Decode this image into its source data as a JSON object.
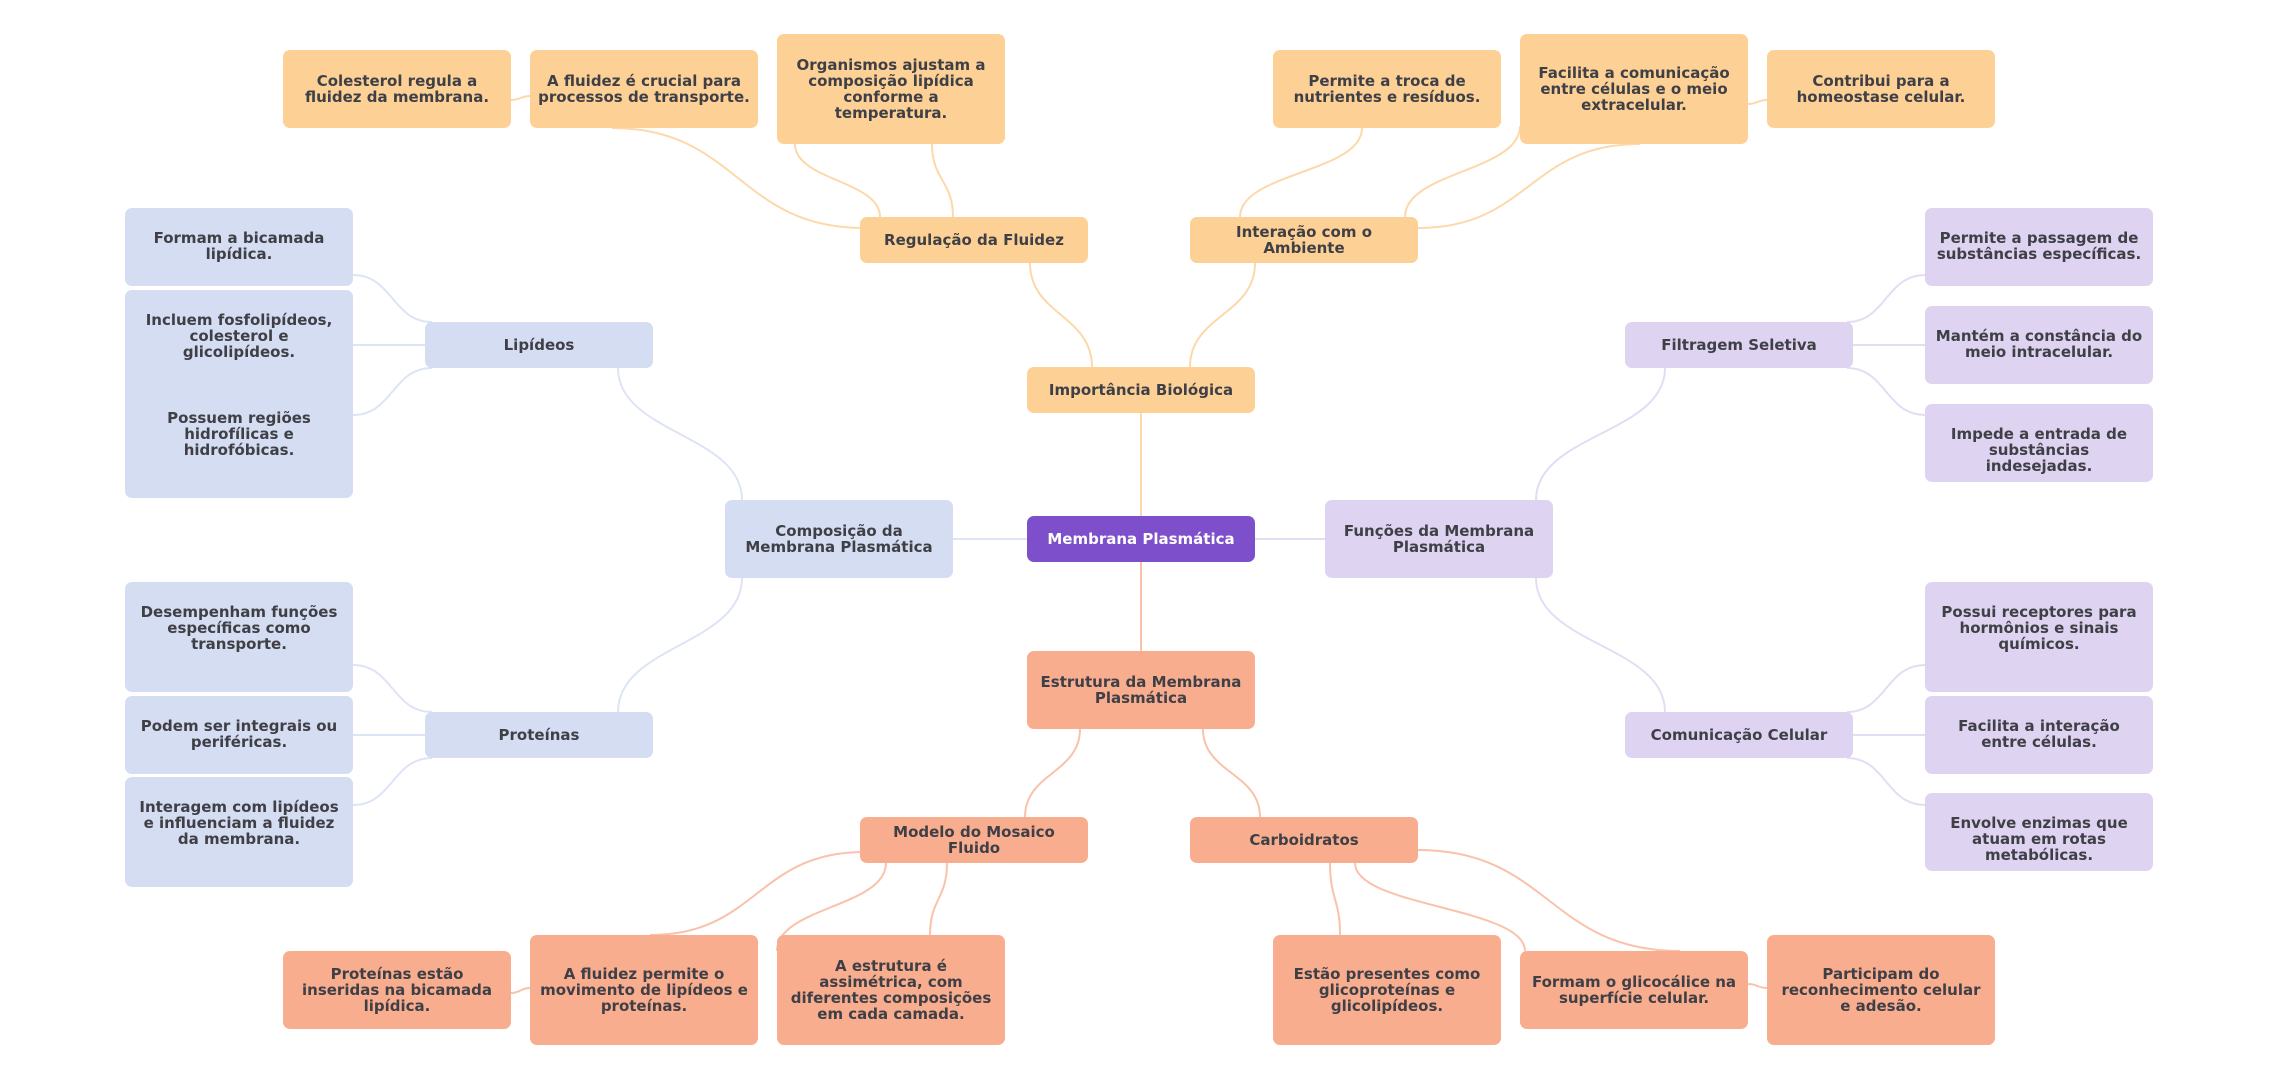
{
  "mindmap": {
    "root": {
      "label": "Membrana Plasmática",
      "color": "#7E4FCB"
    },
    "branches": [
      {
        "label": "Importância Biológica",
        "color": "#FDD196",
        "children": [
          {
            "label": "Regulação da Fluidez",
            "children": [
              "Colesterol regula a fluidez da membrana.",
              "A fluidez é crucial para processos de transporte.",
              "Organismos ajustam a composição lipídica conforme a temperatura."
            ]
          },
          {
            "label": "Interação com o Ambiente",
            "children": [
              "Permite a troca de nutrientes e resíduos.",
              "Facilita a comunicação entre células e o meio extracelular.",
              "Contribui para a homeostase celular."
            ]
          }
        ]
      },
      {
        "label": "Estrutura da Membrana Plasmática",
        "color": "#F9AD8F",
        "children": [
          {
            "label": "Modelo do Mosaico Fluido",
            "children": [
              "Proteínas estão inseridas na bicamada lipídica.",
              "A fluidez permite o movimento de lipídeos e proteínas.",
              "A estrutura é assimétrica, com diferentes composições em cada camada."
            ]
          },
          {
            "label": "Carboidratos",
            "children": [
              "Estão presentes como glicoproteínas e glicolipídeos.",
              "Formam o glicocálice na superfície celular.",
              "Participam do reconhecimento celular e adesão."
            ]
          }
        ]
      },
      {
        "label": "Composição da Membrana Plasmática",
        "color": "#D4DDF2",
        "children": [
          {
            "label": "Lipídeos",
            "children": [
              "Formam a bicamada lipídica.",
              "Incluem fosfolipídeos, colesterol e glicolipídeos.",
              "Possuem regiões hidrofílicas e hidrofóbicas."
            ]
          },
          {
            "label": "Proteínas",
            "children": [
              "Desempenham funções específicas como transporte.",
              "Podem ser integrais ou periféricas.",
              "Interagem com lipídeos e influenciam a fluidez da membrana."
            ]
          }
        ]
      },
      {
        "label": "Funções da Membrana Plasmática",
        "color": "#DED3F0",
        "children": [
          {
            "label": "Filtragem Seletiva",
            "children": [
              "Permite a passagem de substâncias específicas.",
              "Mantém a constância do meio intracelular.",
              "Impede a entrada de substâncias indesejadas."
            ]
          },
          {
            "label": "Comunicação Celular",
            "children": [
              "Possui receptores para hormônios e sinais químicos.",
              "Facilita a interação entre células.",
              "Envolve enzimas que atuam em rotas metabólicas."
            ]
          }
        ]
      }
    ]
  }
}
